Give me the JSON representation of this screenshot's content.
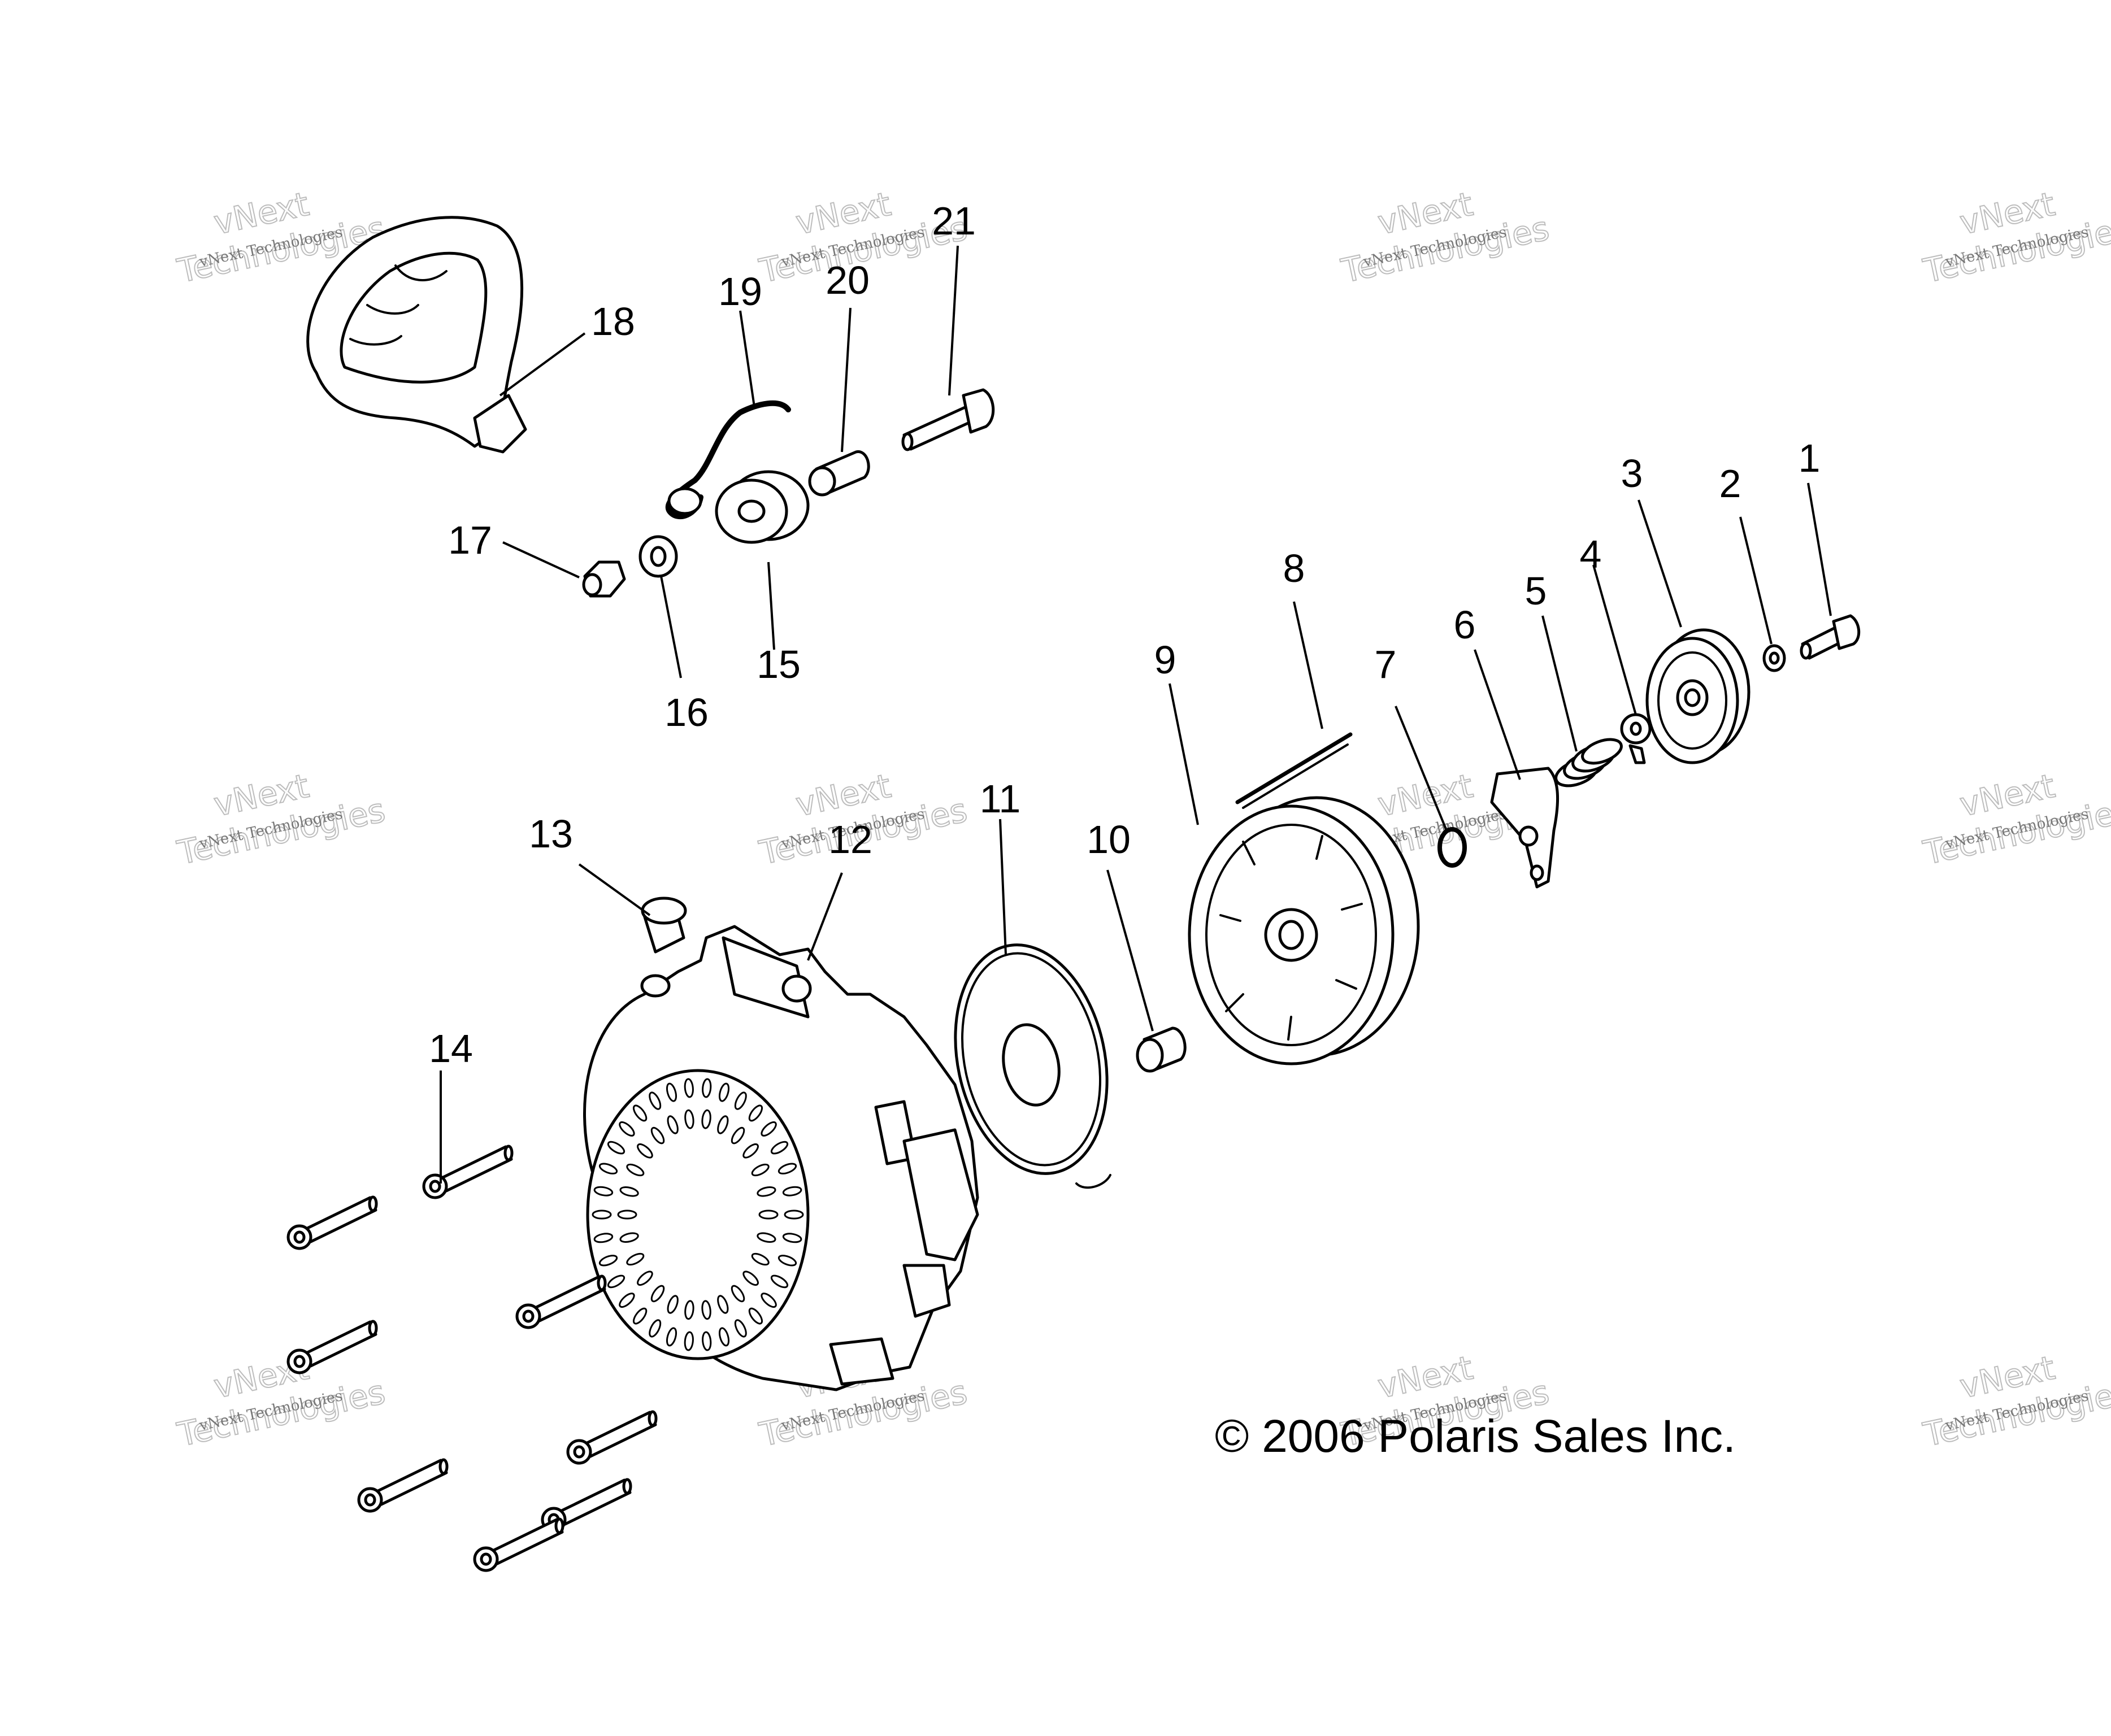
{
  "callouts": [
    {
      "id": "1",
      "label": "1"
    },
    {
      "id": "2",
      "label": "2"
    },
    {
      "id": "3",
      "label": "3"
    },
    {
      "id": "4",
      "label": "4"
    },
    {
      "id": "5",
      "label": "5"
    },
    {
      "id": "6",
      "label": "6"
    },
    {
      "id": "7",
      "label": "7"
    },
    {
      "id": "8",
      "label": "8"
    },
    {
      "id": "9",
      "label": "9"
    },
    {
      "id": "10",
      "label": "10"
    },
    {
      "id": "11",
      "label": "11"
    },
    {
      "id": "12",
      "label": "12"
    },
    {
      "id": "13",
      "label": "13"
    },
    {
      "id": "14",
      "label": "14"
    },
    {
      "id": "15",
      "label": "15"
    },
    {
      "id": "16",
      "label": "16"
    },
    {
      "id": "17",
      "label": "17"
    },
    {
      "id": "18",
      "label": "18"
    },
    {
      "id": "19",
      "label": "19"
    },
    {
      "id": "20",
      "label": "20"
    },
    {
      "id": "21",
      "label": "21"
    }
  ],
  "copyright": "© 2006 Polaris Sales Inc.",
  "watermark": {
    "small_text": "vNext Technologies",
    "large_line1": "vNext",
    "large_line2": "Technologies"
  }
}
